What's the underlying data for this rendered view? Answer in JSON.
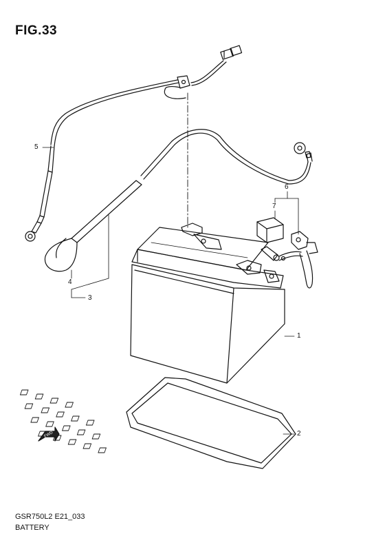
{
  "figure": {
    "title": "FIG.33",
    "model_code": "GSR750L2 E21_033",
    "section_name": "BATTERY"
  },
  "callouts": {
    "c1": "1",
    "c2": "2",
    "c3": "3",
    "c4": "4",
    "c5": "5",
    "c6": "6",
    "c7": "7"
  },
  "fwd_label": "FWD"
}
